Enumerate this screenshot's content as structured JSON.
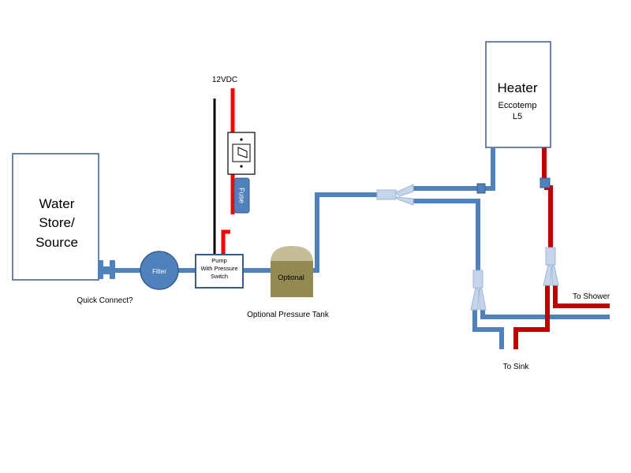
{
  "colors": {
    "cold_pipe": "#4f81bd",
    "hot_pipe": "#c00000",
    "wire_positive": "#ff0000",
    "wire_negative": "#000000",
    "tee_fitting": "#c5d5ea",
    "tank_body": "#938953",
    "tank_top": "#c4bd97",
    "box_border": "#385d8a"
  },
  "water_store": {
    "line1": "Water",
    "line2": "Store/",
    "line3": "Source"
  },
  "quick_connect_label": "Quick Connect?",
  "filter_label": "Filter",
  "pump": {
    "line1": "Pump",
    "line2": "With Pressure",
    "line3": "Switch"
  },
  "power_label": "12VDC",
  "fuse_label": "Fuse",
  "tank": {
    "inner_label": "Optional",
    "caption": "Optional Pressure Tank"
  },
  "heater": {
    "title": "Heater",
    "model_line1": "Eccotemp",
    "model_line2": "L5"
  },
  "outlets": {
    "shower": "To Shower",
    "sink": "To Sink"
  },
  "icons": {
    "switch": "toggle-switch-icon"
  }
}
